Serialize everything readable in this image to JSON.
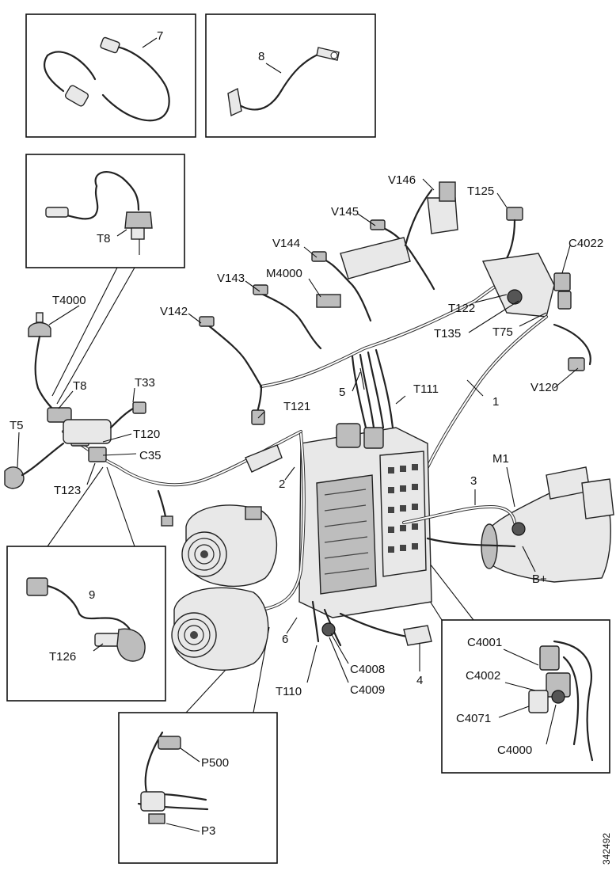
{
  "labels": {
    "n7": "7",
    "n8": "8",
    "n9": "9",
    "n1": "1",
    "n2": "2",
    "n3": "3",
    "n4": "4",
    "n5": "5",
    "n6": "6",
    "t8_box": "T8",
    "v146": "V146",
    "t125": "T125",
    "v145": "V145",
    "c4022": "C4022",
    "v144": "V144",
    "m4000": "M4000",
    "v143": "V143",
    "t122": "T122",
    "t135": "T135",
    "t75": "T75",
    "v142": "V142",
    "t4000": "T4000",
    "t8": "T8",
    "t33": "T33",
    "t5": "T5",
    "t120": "T120",
    "c35": "C35",
    "t123": "T123",
    "t121": "T121",
    "t111": "T111",
    "v120": "V120",
    "m1": "M1",
    "bplus": "B+",
    "t126": "T126",
    "t110": "T110",
    "c4008": "C4008",
    "c4009": "C4009",
    "c4001": "C4001",
    "c4002": "C4002",
    "c4071": "C4071",
    "c4000": "C4000",
    "p500": "P500",
    "p3": "P3"
  },
  "figure_ref": "342492"
}
